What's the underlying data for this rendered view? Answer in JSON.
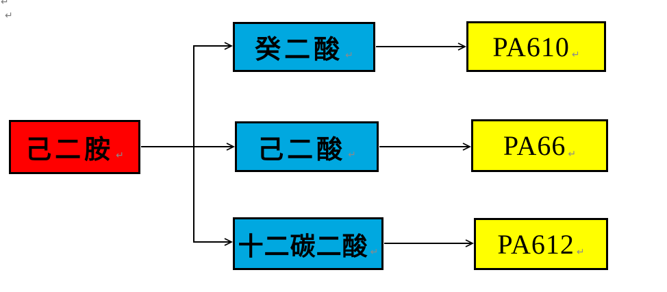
{
  "page": {
    "background": "#ffffff",
    "paragraph_marks": [
      "↵",
      "↵"
    ]
  },
  "diagram": {
    "type": "flowchart",
    "nodes": [
      {
        "id": "hexamethylenediamine",
        "label": "己二胺",
        "role": "source",
        "fill": "#ff0000",
        "border": "#000000",
        "return_mark": "↵"
      },
      {
        "id": "sebacic-acid",
        "label": "癸二酸",
        "role": "intermediate",
        "fill": "#00a8e0",
        "border": "#000000",
        "return_mark": "↵"
      },
      {
        "id": "adipic-acid",
        "label": "己二酸",
        "role": "intermediate",
        "fill": "#00a8e0",
        "border": "#000000",
        "return_mark": "↵"
      },
      {
        "id": "dodecanedioic-acid",
        "label": "十二碳二酸",
        "role": "intermediate",
        "fill": "#00a8e0",
        "border": "#000000",
        "return_mark": "↵"
      },
      {
        "id": "pa610",
        "label": "PA610",
        "role": "product",
        "fill": "#ffff00",
        "border": "#000000",
        "return_mark": "↵"
      },
      {
        "id": "pa66",
        "label": "PA66",
        "role": "product",
        "fill": "#ffff00",
        "border": "#000000",
        "return_mark": "↵"
      },
      {
        "id": "pa612",
        "label": "PA612",
        "role": "product",
        "fill": "#ffff00",
        "border": "#000000",
        "return_mark": "↵"
      }
    ],
    "edges": [
      {
        "from": "hexamethylenediamine",
        "to": "sebacic-acid"
      },
      {
        "from": "hexamethylenediamine",
        "to": "adipic-acid"
      },
      {
        "from": "hexamethylenediamine",
        "to": "dodecanedioic-acid"
      },
      {
        "from": "sebacic-acid",
        "to": "pa610"
      },
      {
        "from": "adipic-acid",
        "to": "pa66"
      },
      {
        "from": "dodecanedioic-acid",
        "to": "pa612"
      }
    ],
    "colors": {
      "source_fill": "#ff0000",
      "intermediate_fill": "#00a8e0",
      "product_fill": "#ffff00",
      "border": "#000000",
      "connector": "#000000",
      "paragraph_mark": "#8b8b8b"
    }
  }
}
